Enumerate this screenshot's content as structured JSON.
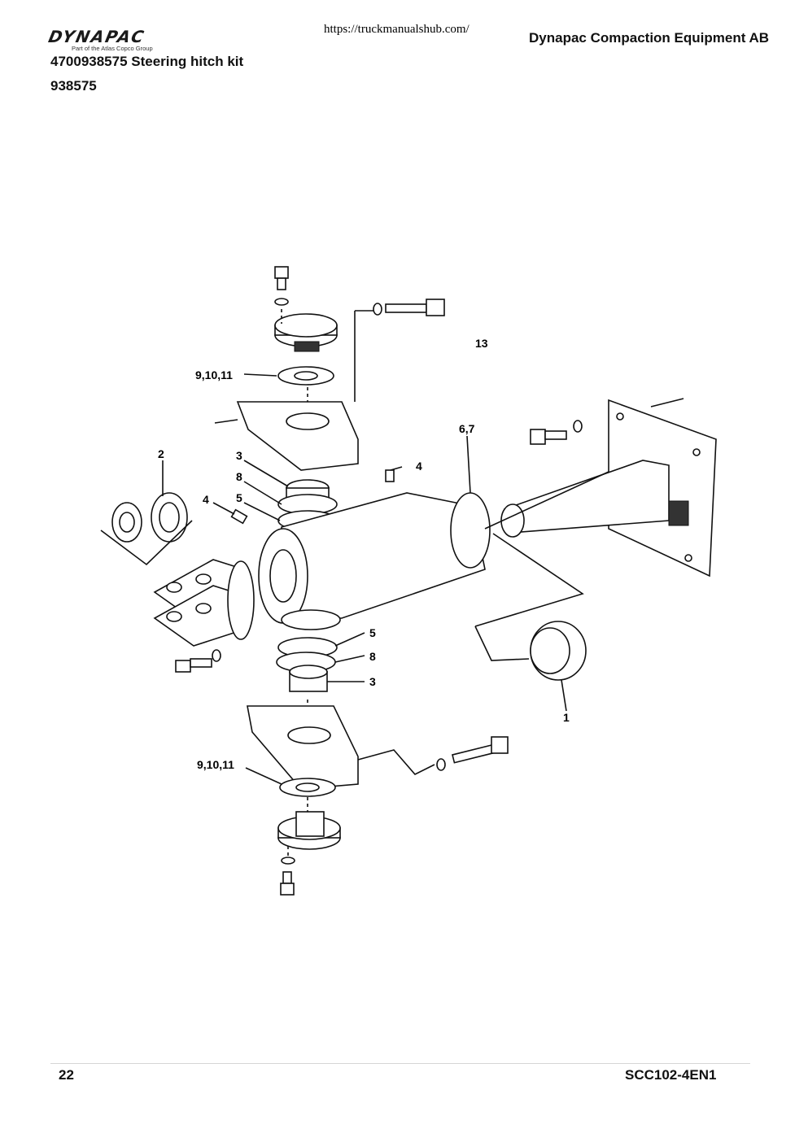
{
  "header": {
    "logo_text": "DYNAPAC",
    "logo_tagline": "Part of the Atlas Copco Group",
    "url": "https://truckmanualshub.com/",
    "company": "Dynapac Compaction Equipment AB",
    "kit_title": "4700938575  Steering hitch kit",
    "kit_number": "938575"
  },
  "diagram": {
    "callouts": {
      "c13": "13",
      "c9_10_11_top": "9,10,11",
      "c2": "2",
      "c3_top": "3",
      "c8_top": "8",
      "c5_top": "5",
      "c4_left": "4",
      "c4_right": "4",
      "c6_7": "6,7",
      "c5_bottom": "5",
      "c8_bottom": "8",
      "c3_bottom": "3",
      "c1": "1",
      "c9_10_11_bottom": "9,10,11"
    }
  },
  "footer": {
    "page_number": "22",
    "doc_code": "SCC102-4EN1"
  }
}
